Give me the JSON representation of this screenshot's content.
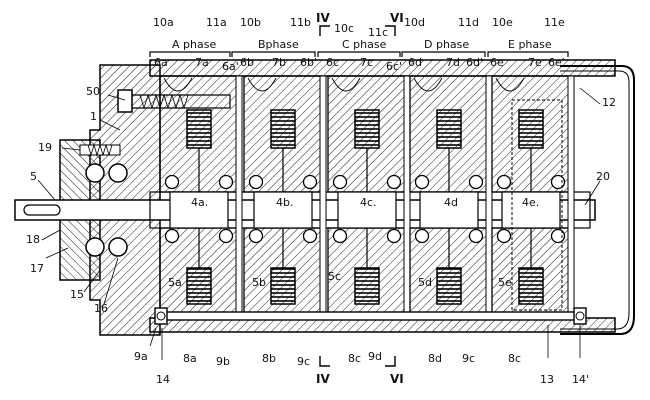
{
  "phase_labels": {
    "a": "A phase",
    "b": "Bphase",
    "c": "C phase",
    "d": "D phase",
    "e": "E phase"
  },
  "section_marks": {
    "iv_top": "IV",
    "vi_top": "VI",
    "iv_bottom": "IV",
    "vi_bottom": "VI"
  },
  "top_refs": {
    "r10a": "10a",
    "r11a": "11a",
    "r10b": "10b",
    "r11b": "11b",
    "r10c": "10c",
    "r11c": "11c",
    "r10d": "10d",
    "r11d": "11d",
    "r10e": "10e",
    "r11e": "11e"
  },
  "upper_refs": {
    "r6a": "6a",
    "r7a": "7a",
    "r6a2": "6a'",
    "r6b": "6b",
    "r7b": "7b",
    "r6b2": "6b'",
    "r6c": "6c",
    "r7c": "7c",
    "r6c2": "6c'",
    "r6d": "6d",
    "r7d": "7d",
    "r6d2": "6d'",
    "r6e": "6e",
    "r7e": "7e",
    "r6e2": "6e'"
  },
  "left_refs": {
    "r50": "50",
    "r1": "1",
    "r19": "19",
    "r5": "5",
    "r18": "18",
    "r17": "17",
    "r15": "15",
    "r16": "16"
  },
  "right_refs": {
    "r12": "12",
    "r20": "20"
  },
  "rotor_refs": {
    "r4a": "4a.",
    "r4b": "4b.",
    "r4c": "4c.",
    "r4d": "4d",
    "r4e": "4e."
  },
  "coil_refs": {
    "r5a": "5a",
    "r5b": "5b",
    "r5c": "5c",
    "r5d": "5d",
    "r5e": "5e"
  },
  "bottom_refs": {
    "r9a": "9a",
    "r14": "14",
    "r8a": "8a",
    "r9b": "9b",
    "r8b": "8b",
    "r9c": "9c",
    "r8c": "8c",
    "r9d": "9d",
    "r8d": "8d",
    "r9c2": "9c",
    "r8c2": "8c",
    "r13": "13",
    "r14p": "14'"
  }
}
